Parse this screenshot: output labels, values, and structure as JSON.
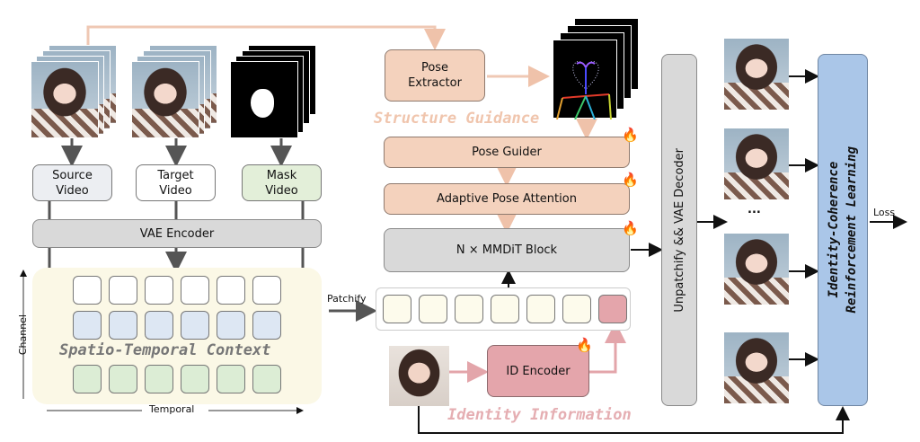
{
  "inputs": {
    "source_video": "Source\nVideo",
    "source_video_l1": "Source",
    "source_video_l2": "Video",
    "target_video_l1": "Target",
    "target_video_l2": "Video",
    "mask_video_l1": "Mask",
    "mask_video_l2": "Video"
  },
  "encoder": {
    "vae_encoder": "VAE Encoder"
  },
  "context": {
    "title": "Spatio-Temporal Context",
    "axis_channel": "Channel",
    "axis_temporal": "Temporal",
    "rows": 3,
    "columns": 6
  },
  "patchify": {
    "label": "Patchify",
    "token_count": 7
  },
  "pose": {
    "extractor_l1": "Pose",
    "extractor_l2": "Extractor",
    "section_title": "Structure Guidance",
    "guider": "Pose Guider",
    "attention": "Adaptive Pose Attention"
  },
  "backbone": {
    "mmdit": "N × MMDiT Block"
  },
  "identity": {
    "encoder": "ID Encoder",
    "section_title": "Identity Information"
  },
  "decoder": {
    "label": "Unpatchify && VAE Decoder"
  },
  "outputs": {
    "ellipsis": "...",
    "frame_count_shown": 4
  },
  "rl": {
    "line1": "Identity-Coherence",
    "line2": "Reinforcement Learning",
    "loss": "Loss"
  },
  "icons": {
    "trainable": "🔥"
  },
  "colors": {
    "peach": "#f4d2bd",
    "pink": "#e4a5ab",
    "gray": "#d9d9d9",
    "blue": "#aac6e8",
    "context_bg": "#fbf8e6",
    "token_bg": "#fdfbec",
    "cell_blue": "#dde7f3",
    "cell_green": "#dcedd5",
    "structure_text": "#f0c5ad",
    "identity_text": "#e5aeb2"
  }
}
